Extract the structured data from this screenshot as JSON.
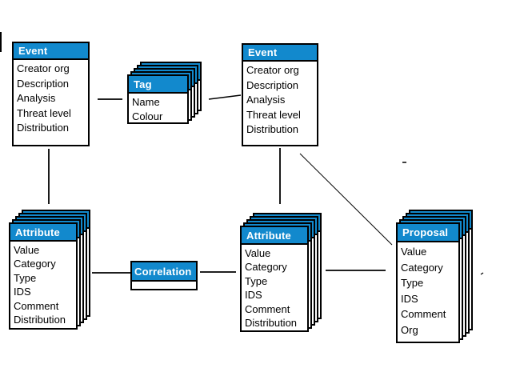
{
  "colors": {
    "header_bg": "#1289cd",
    "border": "#000000",
    "header_text": "#ffffff",
    "body_text": "#000000"
  },
  "boxes": {
    "event_left": {
      "title": "Event",
      "fields": [
        "Creator org",
        "Description",
        "Analysis",
        "Threat level",
        "Distribution"
      ]
    },
    "tag": {
      "title": "Tag",
      "fields": [
        "Name",
        "Colour"
      ]
    },
    "event_right": {
      "title": "Event",
      "fields": [
        "Creator org",
        "Description",
        "Analysis",
        "Threat level",
        "Distribution"
      ]
    },
    "attribute_left": {
      "title": "Attribute",
      "fields": [
        "Value",
        "Category",
        "Type",
        "IDS",
        "Comment",
        "Distribution"
      ]
    },
    "correlation": {
      "title": "Correlation",
      "fields": []
    },
    "attribute_middle": {
      "title": "Attribute",
      "fields": [
        "Value",
        "Category",
        "Type",
        "IDS",
        "Comment",
        "Distribution"
      ]
    },
    "proposal": {
      "title": "Proposal",
      "fields": [
        "Value",
        "Category",
        "Type",
        "IDS",
        "Comment",
        "Org"
      ]
    }
  },
  "connections": [
    {
      "from": "event_left",
      "to": "tag"
    },
    {
      "from": "tag",
      "to": "event_right"
    },
    {
      "from": "event_left",
      "to": "attribute_left"
    },
    {
      "from": "event_right",
      "to": "attribute_middle"
    },
    {
      "from": "event_right",
      "to": "proposal"
    },
    {
      "from": "attribute_left",
      "to": "correlation"
    },
    {
      "from": "correlation",
      "to": "attribute_middle"
    },
    {
      "from": "attribute_middle",
      "to": "proposal"
    }
  ]
}
